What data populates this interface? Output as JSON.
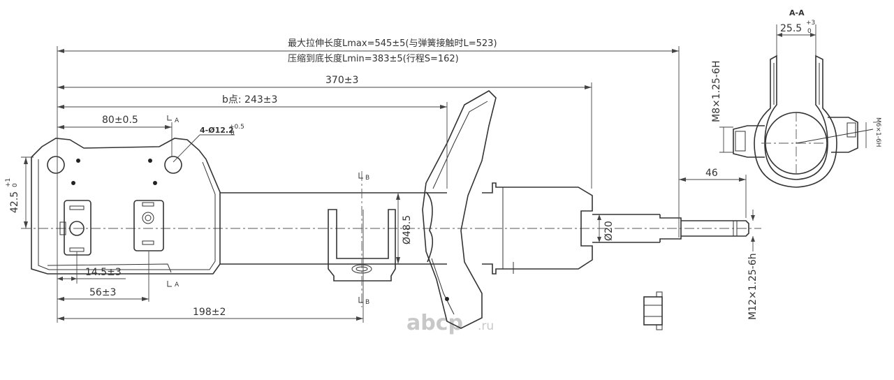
{
  "dimensions": {
    "max_length": "最大拉伸长度Lmax=545±5(与弹簧接触时L=523)",
    "min_length": "压缩到底长度Lmin=383±5(行程S=162)",
    "length_370": "370±3",
    "b_point": "b点: 243±3",
    "d80": "80±0.5",
    "holes": "4-Ø12.2",
    "holes_tol_up": "+0.5",
    "holes_tol_dn": "0",
    "d42": "42.5",
    "d42_tol_up": "+1",
    "d42_tol_dn": "0",
    "d14": "14.5±3",
    "d56": "56±3",
    "d198": "198±2",
    "dia48": "Ø48.5",
    "dia20": "Ø20",
    "d46": "46",
    "thread_m12": "M12×1.25-6h",
    "section_label": "A-A",
    "d25": "25.5",
    "d25_tol_up": "+3",
    "d25_tol_dn": "0",
    "thread_m8": "M8×1.25-6H",
    "thread_m6": "M6×1-6H"
  },
  "section_marks": {
    "a_top": "A",
    "a_bottom": "A",
    "b_top": "B",
    "b_bottom": "B"
  },
  "watermark": {
    "brand": "abcp",
    "domain": ".ru"
  },
  "colors": {
    "line": "#333333",
    "watermark": "#c8c8c8"
  }
}
